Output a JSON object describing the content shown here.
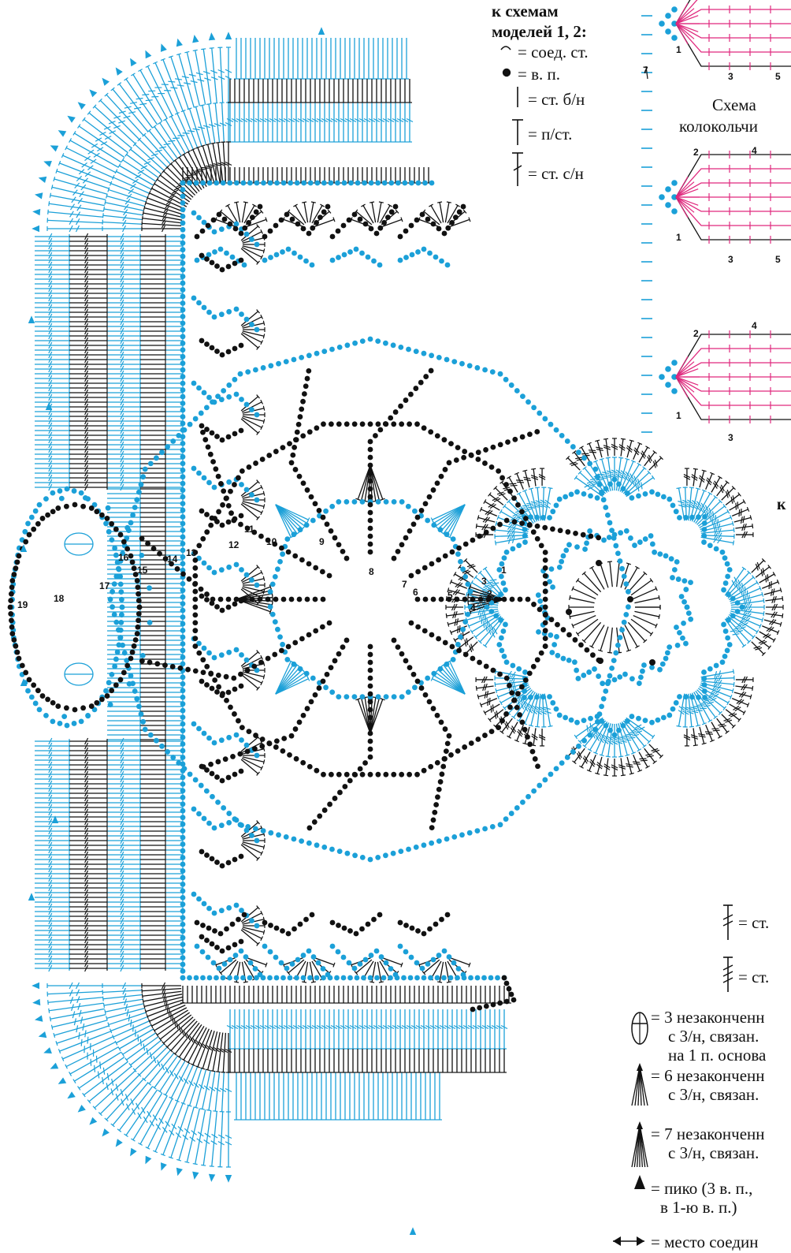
{
  "colors": {
    "blue": "#1ba0d8",
    "black": "#111111",
    "magenta": "#e0297e",
    "background": "#ffffff"
  },
  "legend_top": {
    "title_line1": "к схемам",
    "title_line2": "моделей 1, 2:",
    "items": [
      {
        "icon": "slip-stitch-arc-icon",
        "label": "= соед. ст."
      },
      {
        "icon": "chain-dot-icon",
        "label": "= в. п."
      },
      {
        "icon": "single-crochet-line-icon",
        "label": "= ст. б/н"
      },
      {
        "icon": "half-double-crochet-icon",
        "label": "= п/ст."
      },
      {
        "icon": "double-crochet-icon",
        "label": "= ст. с/н"
      }
    ]
  },
  "bell_scheme": {
    "caption_line1": "Схема",
    "caption_line2": "колокольчи",
    "row_marks": [
      "1",
      "2",
      "3",
      "4",
      "5",
      "7"
    ]
  },
  "legend_right": {
    "stitch_dc2": "= ст.",
    "stitch_dc3": "= ст.",
    "cluster3": [
      "= 3 незаконченн",
      "с 3/н, связан.",
      "на 1 п. основа"
    ],
    "cluster6": [
      "= 6 незаконченн",
      "с 3/н, связан."
    ],
    "cluster7": [
      "= 7 незаконченн",
      "с 3/н, связан."
    ],
    "picot": [
      "= пико (3 в. п.,",
      "в 1-ю в. п.)"
    ],
    "join": "= место соедин"
  },
  "partial_letter": "к",
  "row_numbers": [
    "1",
    "2",
    "3",
    "4",
    "5",
    "6",
    "7",
    "8",
    "9",
    "10",
    "11",
    "12",
    "13",
    "14",
    "15",
    "16",
    "17",
    "18",
    "19"
  ]
}
